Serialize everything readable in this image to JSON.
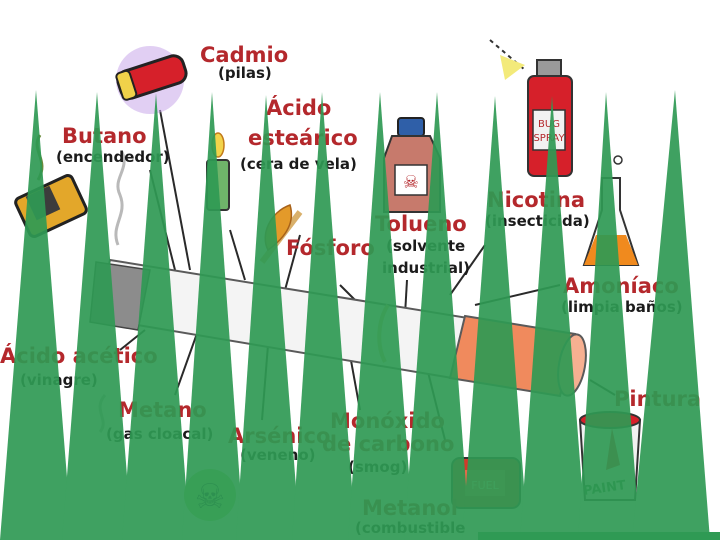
{
  "labels": {
    "cadmio": {
      "name": "Cadmio",
      "note": "(pilas)"
    },
    "acido_estearico": {
      "name_line1": "Ácido",
      "name_line2": "esteárico",
      "note": "(cera de vela)"
    },
    "butano": {
      "name": "Butano",
      "note": "(encendedor)"
    },
    "tolueno": {
      "name": "Tolueno",
      "note_line1": "(solvente",
      "note_line2": "industrial)"
    },
    "nicotina": {
      "name": "Nicotina",
      "note": "(insecticida)"
    },
    "fosforo": {
      "name": "Fósforo"
    },
    "amoniaco": {
      "name": "Amoníaco",
      "note": "(limpia baños)"
    },
    "acido_acetico": {
      "name": "Ácido acético",
      "note": "(vinagre)"
    },
    "pintura": {
      "name": "Pintura"
    },
    "metano": {
      "name": "Metano",
      "note": "(gas cloacal)"
    },
    "arsenico": {
      "name": "Arsénico",
      "note": "(veneno)"
    },
    "monoxido": {
      "name_line1": "Monóxido",
      "name_line2": "de carbono",
      "note": "(smog)"
    },
    "metanol": {
      "name": "Metanol",
      "note": "(combustible"
    }
  },
  "art_text": {
    "spray_label_1": "BUG",
    "spray_label_2": "SPRAY",
    "paint_label": "PAINT",
    "fuel_label": "FUEL"
  },
  "colors": {
    "label_red": "#b4282c",
    "note_dark": "#1b1b1b",
    "spike_green": "#2f9a54",
    "filter_orange": "#f08a5d",
    "leader_line": "#2a2a2a"
  }
}
